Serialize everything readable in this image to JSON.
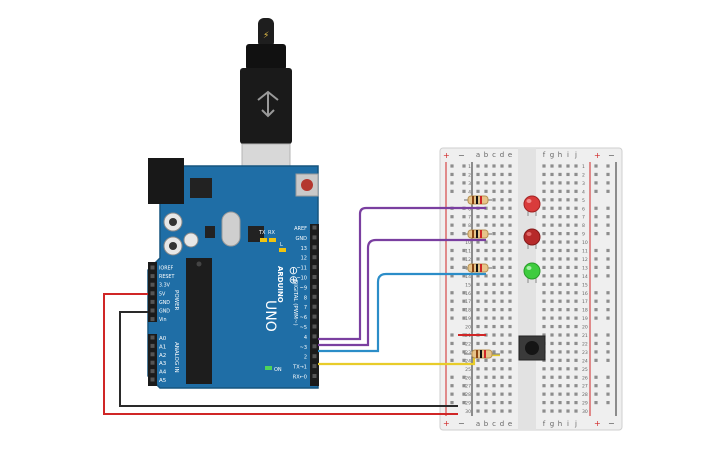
{
  "board": {
    "logo": "ARDUINO",
    "model": "UNO",
    "header_digital": "DIGITAL (PWM~)",
    "header_power": "POWER",
    "header_analog": "ANALOG IN",
    "led_l": "L",
    "led_tx": "TX",
    "led_rx": "RX",
    "led_on": "ON",
    "power_pins": [
      "IOREF",
      "RESET",
      "3.3V",
      "5V",
      "GND",
      "GND",
      "Vin"
    ],
    "analog_pins": [
      "A0",
      "A1",
      "A2",
      "A3",
      "A4",
      "A5"
    ],
    "digital_pins": [
      "AREF",
      "GND",
      "13",
      "12",
      "~11",
      "~10",
      "~9",
      "8",
      "7",
      "~6",
      "~5",
      "4",
      "~3",
      "2",
      "TX→1",
      "RX←0"
    ]
  },
  "breadboard": {
    "column_letters_left": [
      "a",
      "b",
      "c",
      "d",
      "e"
    ],
    "column_letters_right": [
      "f",
      "g",
      "h",
      "i",
      "j"
    ],
    "row_numbers": [
      "1",
      "2",
      "3",
      "4",
      "5",
      "6",
      "7",
      "8",
      "9",
      "10",
      "11",
      "12",
      "13",
      "14",
      "15",
      "16",
      "17",
      "18",
      "19",
      "20",
      "21",
      "22",
      "23",
      "24",
      "25",
      "26",
      "27",
      "28",
      "29",
      "30"
    ],
    "rail_plus": "+",
    "rail_minus": "−"
  },
  "components": {
    "leds": [
      {
        "id": "led-red-1",
        "color": "#d93b3b",
        "row": 6
      },
      {
        "id": "led-red-2",
        "color": "#b62a2a",
        "row": 10
      },
      {
        "id": "led-green",
        "color": "#3ecc3e",
        "row": 14
      }
    ],
    "resistors": [
      {
        "id": "resistor-1",
        "row": 5
      },
      {
        "id": "resistor-2",
        "row": 9
      },
      {
        "id": "resistor-3",
        "row": 13
      },
      {
        "id": "resistor-4",
        "row": 23
      }
    ],
    "button": {
      "id": "pushbutton",
      "row": 22
    }
  },
  "colors": {
    "board": "#1f6ea6",
    "wire_purple": "#7a3fa0",
    "wire_blue": "#2b8dc8",
    "wire_yellow": "#e8cc2a",
    "wire_red": "#d02626",
    "wire_black": "#2a2a2a"
  }
}
